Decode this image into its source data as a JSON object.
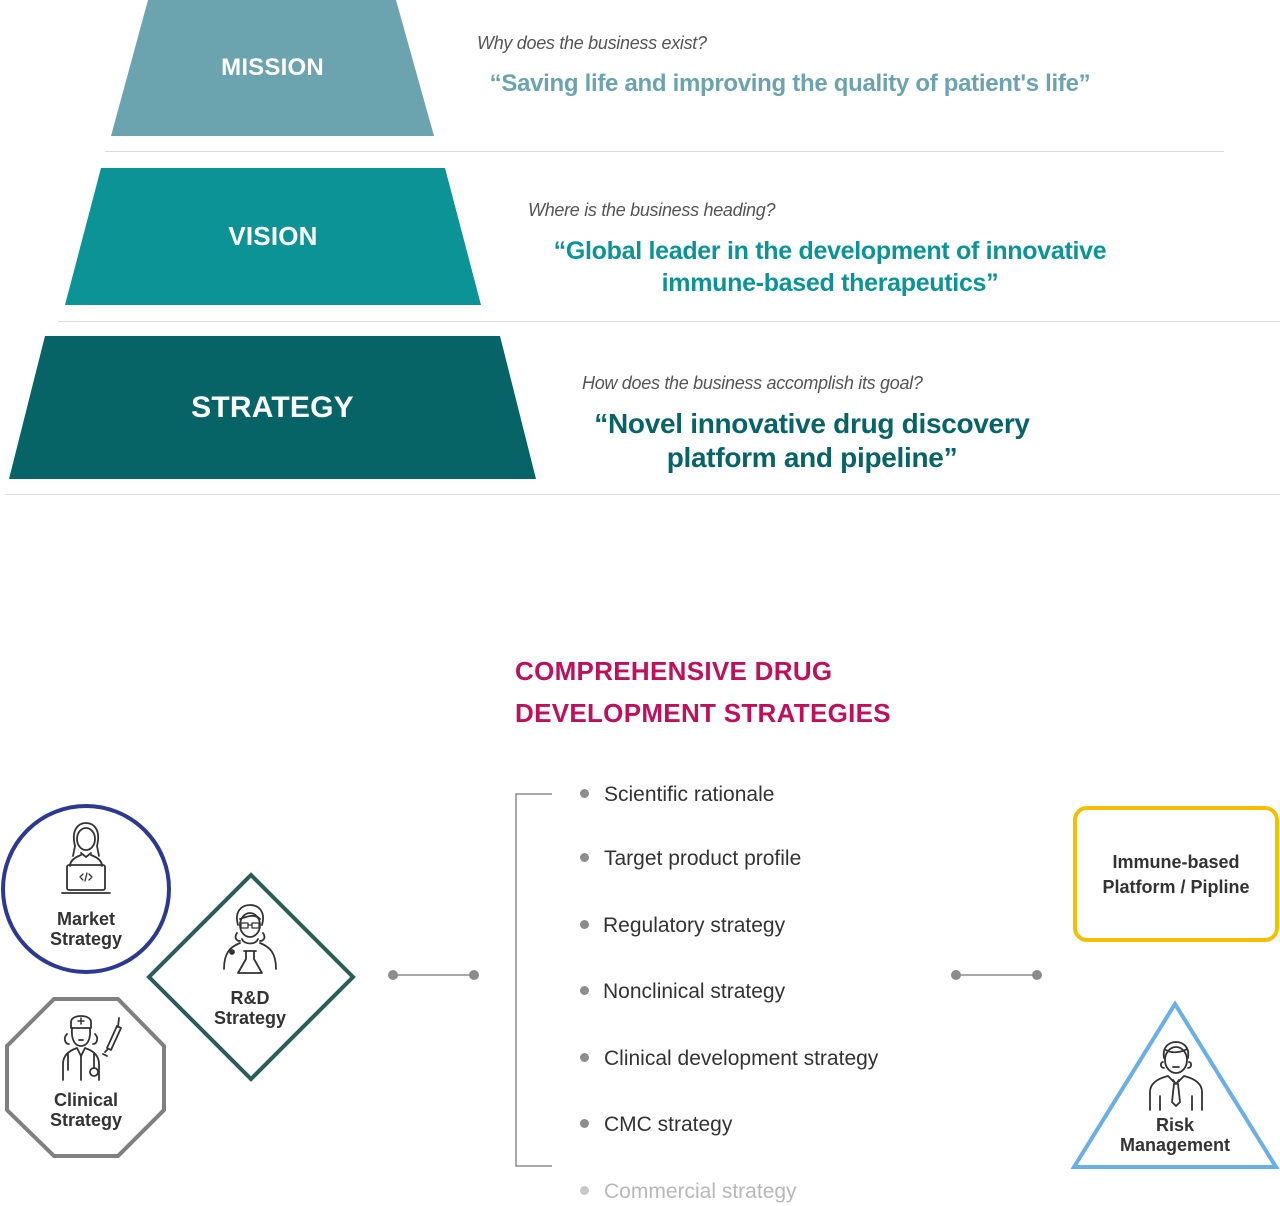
{
  "colors": {
    "mission": "#6ba3ae",
    "vision": "#0b9396",
    "strategy": "#066466",
    "section_title": "#c0105a",
    "market_border": "#2b3990",
    "rd_border": "#2a5c5a",
    "clinical_border": "#808080",
    "platform_border": "#f5bf00",
    "risk_border": "#6aafe6",
    "connector": "#8c8c8c"
  },
  "pyramid": [
    {
      "label": "MISSION",
      "question": "Why does the business exist?",
      "quote_lines": [
        "“Saving life and improving the quality of patient's life”"
      ]
    },
    {
      "label": "VISION",
      "question": "Where is the business heading?",
      "quote_lines": [
        "“Global leader in the development of innovative",
        "immune-based therapeutics”"
      ]
    },
    {
      "label": "STRATEGY",
      "question": "How does the business accomplish its goal?",
      "quote_lines": [
        "“Novel innovative drug discovery",
        "platform and pipeline”"
      ]
    }
  ],
  "section": {
    "title_lines": [
      "COMPREHENSIVE DRUG",
      "DEVELOPMENT STRATEGIES"
    ]
  },
  "left_shapes": [
    {
      "label_lines": [
        "Market",
        "Strategy"
      ],
      "icon": "developer-person-icon",
      "shape": "circle"
    },
    {
      "label_lines": [
        "R&D",
        "Strategy"
      ],
      "icon": "scientist-flask-icon",
      "shape": "diamond"
    },
    {
      "label_lines": [
        "Clinical",
        "Strategy"
      ],
      "icon": "nurse-syringe-icon",
      "shape": "octagon"
    }
  ],
  "strategy_items": [
    {
      "label": "Scientific rationale",
      "muted": false
    },
    {
      "label": "Target product profile",
      "muted": false
    },
    {
      "label": "Regulatory strategy",
      "muted": false
    },
    {
      "label": "Nonclinical strategy",
      "muted": false
    },
    {
      "label": "Clinical development strategy",
      "muted": false
    },
    {
      "label": "CMC strategy",
      "muted": false
    },
    {
      "label": "Commercial strategy",
      "muted": true
    }
  ],
  "right_shapes": [
    {
      "label_lines": [
        "Immune-based",
        "Platform / Pipline"
      ],
      "shape": "rounded-rect"
    },
    {
      "label_lines": [
        "Risk",
        "Management"
      ],
      "icon": "businessman-icon",
      "shape": "triangle"
    }
  ]
}
